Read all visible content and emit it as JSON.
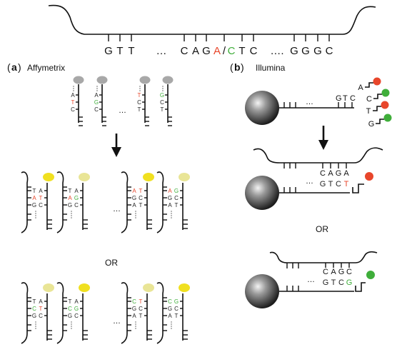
{
  "top_sequence": {
    "left_bases": [
      "G",
      "T",
      "T"
    ],
    "gap1": "…",
    "middle_bases": [
      "C",
      "A",
      "G"
    ],
    "snp_a": "A",
    "snp_slash": "/",
    "snp_c": "C",
    "after_snp": [
      "T",
      "C"
    ],
    "gap2": "….",
    "right_bases": [
      "G",
      "G",
      "G",
      "C"
    ]
  },
  "panel_a": {
    "label_paren_open": "(",
    "label_letter": "a",
    "label_paren_close": ")",
    "title": "Affymetrix",
    "probes": [
      {
        "bases": [
          "A",
          "T",
          "C"
        ],
        "colors": [
          "#222",
          "#e8462b",
          "#222"
        ]
      },
      {
        "bases": [
          "A",
          "G",
          "C"
        ],
        "colors": [
          "#222",
          "#3fae3a",
          "#222"
        ]
      },
      {
        "bases": [
          "T",
          "C",
          "T"
        ],
        "colors": [
          "#e8462b",
          "#222",
          "#222"
        ]
      },
      {
        "bases": [
          "G",
          "C",
          "T"
        ],
        "colors": [
          "#3fae3a",
          "#222",
          "#222"
        ]
      }
    ],
    "probe_ellipsis": "…",
    "result1": [
      {
        "rows": [
          [
            "T",
            "A"
          ],
          [
            "A",
            "T"
          ],
          [
            "G",
            "C"
          ]
        ],
        "colors": [
          [
            "#222",
            "#222"
          ],
          [
            "#e8462b",
            "#e8462b"
          ],
          [
            "#222",
            "#222"
          ]
        ],
        "dot": "#f0e020"
      },
      {
        "rows": [
          [
            "T",
            "A"
          ],
          [
            "A",
            "G"
          ],
          [
            "G",
            "C"
          ]
        ],
        "colors": [
          [
            "#222",
            "#222"
          ],
          [
            "#e8462b",
            "#3fae3a"
          ],
          [
            "#222",
            "#222"
          ]
        ],
        "dot": "#e9e596"
      },
      {
        "rows": [
          [
            "A",
            "T"
          ],
          [
            "G",
            "C"
          ],
          [
            "A",
            "T"
          ]
        ],
        "colors": [
          [
            "#e8462b",
            "#e8462b"
          ],
          [
            "#222",
            "#222"
          ],
          [
            "#222",
            "#222"
          ]
        ],
        "dot": "#f0e020"
      },
      {
        "rows": [
          [
            "A",
            "G"
          ],
          [
            "G",
            "C"
          ],
          [
            "A",
            "T"
          ]
        ],
        "colors": [
          [
            "#e8462b",
            "#3fae3a"
          ],
          [
            "#222",
            "#222"
          ],
          [
            "#222",
            "#222"
          ]
        ],
        "dot": "#e9e596"
      }
    ],
    "result_ellipsis": "…",
    "or_label": "OR",
    "result2": [
      {
        "rows": [
          [
            "T",
            "A"
          ],
          [
            "C",
            "T"
          ],
          [
            "G",
            "C"
          ]
        ],
        "colors": [
          [
            "#222",
            "#222"
          ],
          [
            "#3fae3a",
            "#e8462b"
          ],
          [
            "#222",
            "#222"
          ]
        ],
        "dot": "#e9e596"
      },
      {
        "rows": [
          [
            "T",
            "A"
          ],
          [
            "C",
            "G"
          ],
          [
            "G",
            "C"
          ]
        ],
        "colors": [
          [
            "#222",
            "#222"
          ],
          [
            "#3fae3a",
            "#3fae3a"
          ],
          [
            "#222",
            "#222"
          ]
        ],
        "dot": "#f0e020"
      },
      {
        "rows": [
          [
            "C",
            "T"
          ],
          [
            "G",
            "C"
          ],
          [
            "A",
            "T"
          ]
        ],
        "colors": [
          [
            "#3fae3a",
            "#e8462b"
          ],
          [
            "#222",
            "#222"
          ],
          [
            "#222",
            "#222"
          ]
        ],
        "dot": "#e9e596"
      },
      {
        "rows": [
          [
            "C",
            "G"
          ],
          [
            "G",
            "C"
          ],
          [
            "A",
            "T"
          ]
        ],
        "colors": [
          [
            "#3fae3a",
            "#3fae3a"
          ],
          [
            "#222",
            "#222"
          ],
          [
            "#222",
            "#222"
          ]
        ],
        "dot": "#f0e020"
      }
    ]
  },
  "panel_b": {
    "label_paren_open": "(",
    "label_letter": "b",
    "label_paren_close": ")",
    "title": "Illumina",
    "bead1_ellipsis": "…",
    "bead1_bases": [
      "G",
      "T",
      "C"
    ],
    "free_nucleotides": [
      {
        "base": "A",
        "dot": "#e8462b"
      },
      {
        "base": "C",
        "dot": "#3fae3a"
      },
      {
        "base": "T",
        "dot": "#e8462b"
      },
      {
        "base": "G",
        "dot": "#3fae3a"
      }
    ],
    "result1_ellipsis": "…",
    "result1_top": [
      "C",
      "A",
      "G",
      "A"
    ],
    "result1_bottom": [
      "G",
      "T",
      "C",
      "T"
    ],
    "result1_bottom_colors": [
      "#222",
      "#222",
      "#222",
      "#e8462b"
    ],
    "result1_dot": "#e8462b",
    "or_label": "OR",
    "result2_ellipsis": "…",
    "result2_top": [
      "C",
      "A",
      "G",
      "C"
    ],
    "result2_bottom": [
      "G",
      "T",
      "C",
      "G"
    ],
    "result2_bottom_colors": [
      "#222",
      "#222",
      "#222",
      "#3fae3a"
    ],
    "result2_dot": "#3fae3a"
  }
}
